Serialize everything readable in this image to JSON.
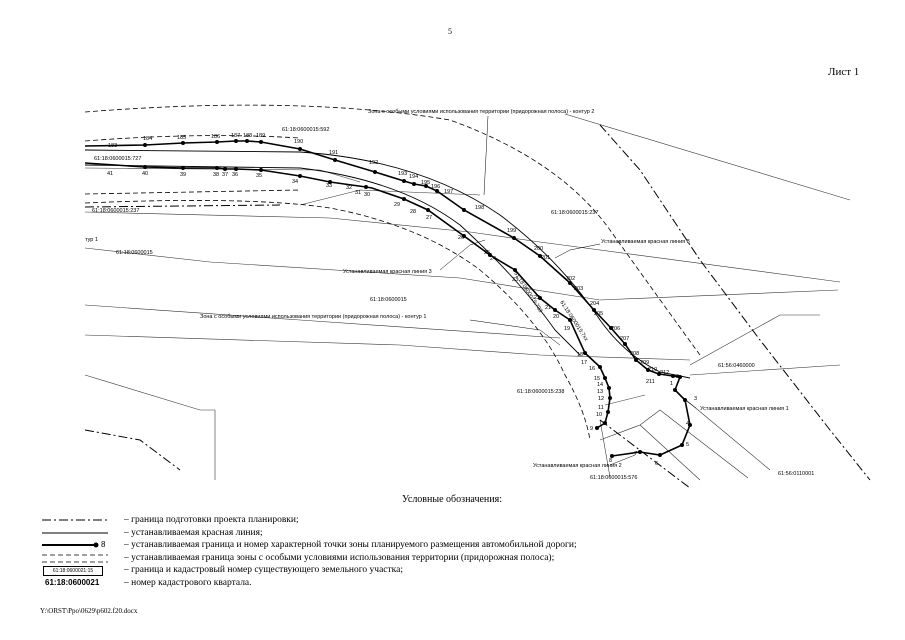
{
  "page": {
    "number": "5",
    "sheet": "Лист 1"
  },
  "map": {
    "point_labels": [
      "183",
      "184",
      "185",
      "186",
      "187",
      "188",
      "189",
      "190",
      "191",
      "192",
      "193",
      "194",
      "195",
      "196",
      "197",
      "198",
      "199",
      "200",
      "201",
      "202",
      "203",
      "204",
      "205",
      "206",
      "207",
      "208",
      "209",
      "210",
      "211",
      "212",
      "41",
      "40",
      "39",
      "38",
      "37",
      "36",
      "35",
      "34",
      "33",
      "32",
      "31",
      "30",
      "29",
      "28",
      "27",
      "26",
      "25",
      "24",
      "23",
      "22",
      "21",
      "20",
      "19",
      "18",
      "17",
      "16",
      "15",
      "14",
      "13",
      "12",
      "11",
      "10",
      "9",
      "1",
      "2",
      "3",
      "4",
      "5",
      "6",
      "7",
      "8"
    ],
    "cadastral_numbers": {
      "p592": "61:18:0600015:592",
      "p727": "61:18:0600015:727",
      "p237a": "61:18:0600015:237",
      "p237b": "61:18:0600015:237",
      "q15a": "61:18:0600015",
      "q15b": "61:18:0600015",
      "p733": "61:18:0600015:733",
      "p7xx": "61:18:0600015:7xx",
      "p238": "61:18:0600015:238",
      "p576": "61:18:0600015:576",
      "q460": "61:56:0460000",
      "q110": "61:56:0110001"
    },
    "annotations": {
      "zone2": "Зона с особыми условиями использования территории (придорожная полоса) - контур 2",
      "zone1": "Зона с особыми условиями использования территории (придорожная полоса) - контур 1",
      "red8": "Устанавливаемая красная линия 8",
      "red3": "Устанавливаемая красная линия 3",
      "red1": "Устанавливаемая красная линия 1",
      "red2": "Устанавливаемая красная линия 2",
      "contour_cut": "тур 1"
    }
  },
  "legend": {
    "title": "Условные обозначения:",
    "items": [
      "– граница подготовки проекта планировки;",
      "– устанавливаемая красная линия;",
      "– устанавливаемая граница и номер характерной точки зоны планируемого размещения автомобильной дороги;",
      "– устанавливаемая граница зоны с особыми условиями использования территории (придорожная полоса);",
      "– граница и кадастровый номер существующего земельного участка;",
      "– номер кадастрового квартала."
    ],
    "sample_point": "8",
    "sample_parcel": "61:18:0600021:15",
    "sample_quarter": "61:18:0600021"
  },
  "footer": {
    "path": "Y:\\ORST\\Ppo\\0629\\p602.f20.docx"
  }
}
